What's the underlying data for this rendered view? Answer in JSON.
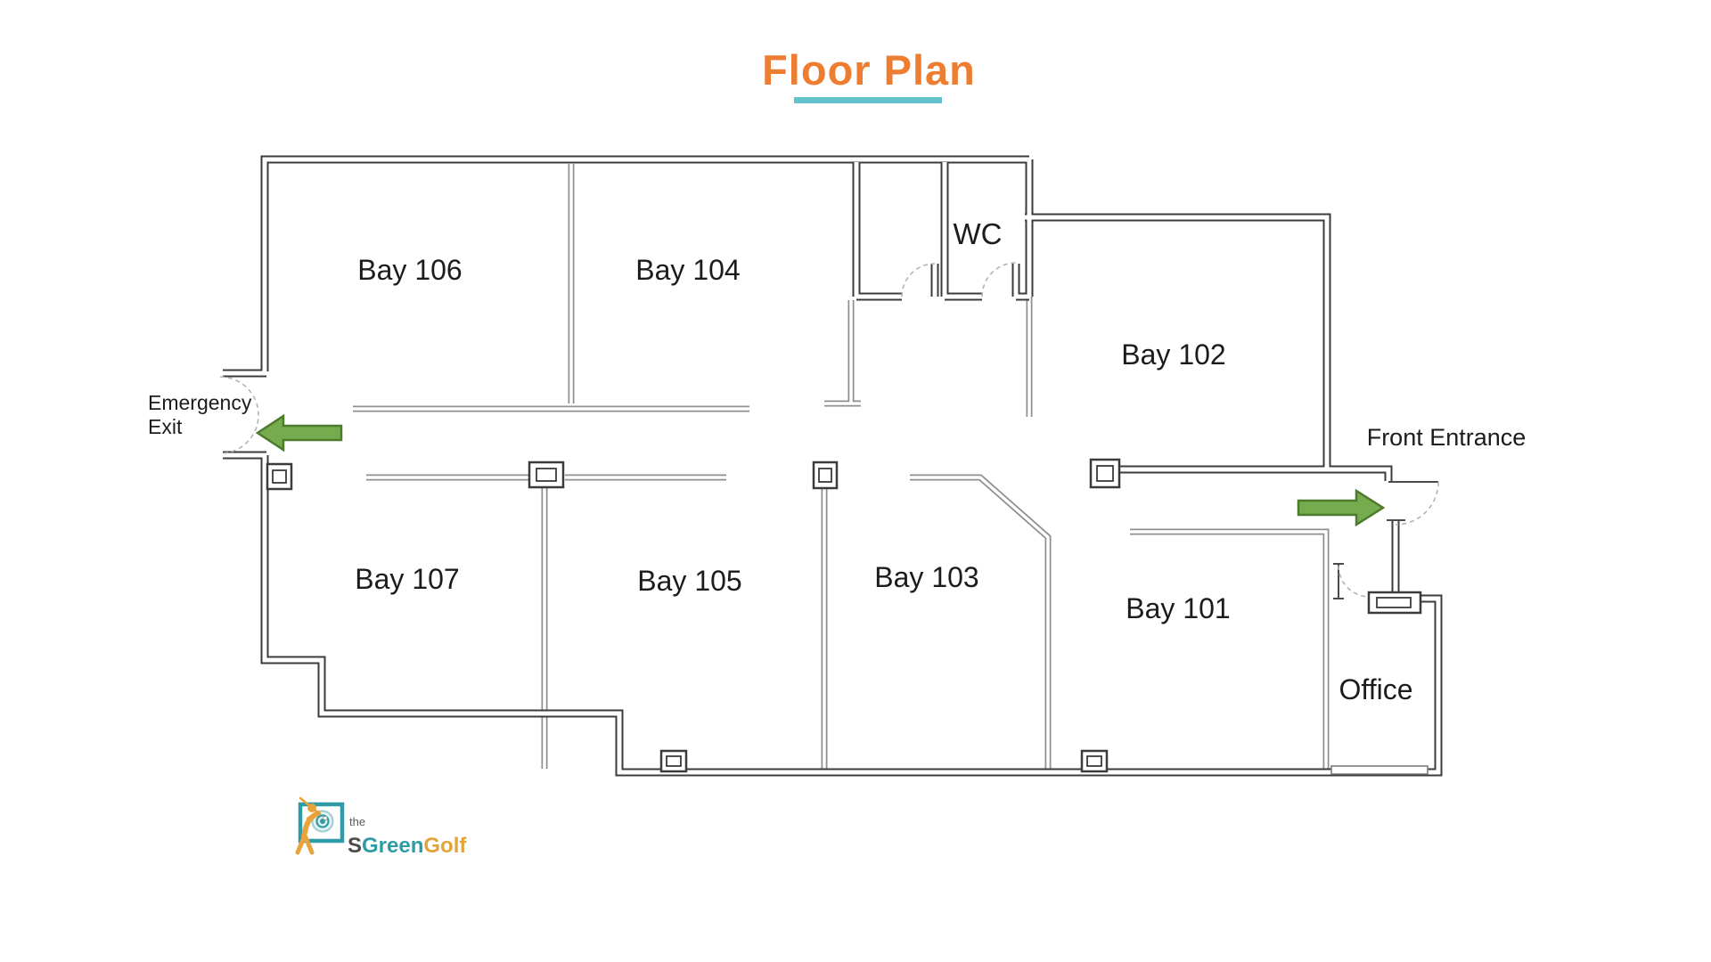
{
  "title": {
    "text": "Floor Plan"
  },
  "rooms": {
    "bay106": "Bay 106",
    "bay104": "Bay 104",
    "wc": "WC",
    "bay102": "Bay 102",
    "bay107": "Bay 107",
    "bay105": "Bay 105",
    "bay103": "Bay 103",
    "bay101": "Bay 101",
    "office": "Office"
  },
  "annotations": {
    "emergency_line1": "Emergency",
    "emergency_line2": "Exit",
    "front_entrance": "Front Entrance"
  },
  "logo": {
    "the": "the",
    "s": "S",
    "green": "Green",
    "golf": "Golf"
  },
  "colors": {
    "title_orange": "#ED7D31",
    "underline_teal": "#63C2CB",
    "arrow_green": "#76AB4E",
    "arrow_border": "#4E7A2E",
    "wall_dark": "#3B3B3B",
    "wall_gray": "#8F8F8F",
    "logo_teal": "#2E9CA6",
    "logo_gold": "#E2A33B",
    "logo_gray": "#4A4A4A"
  }
}
